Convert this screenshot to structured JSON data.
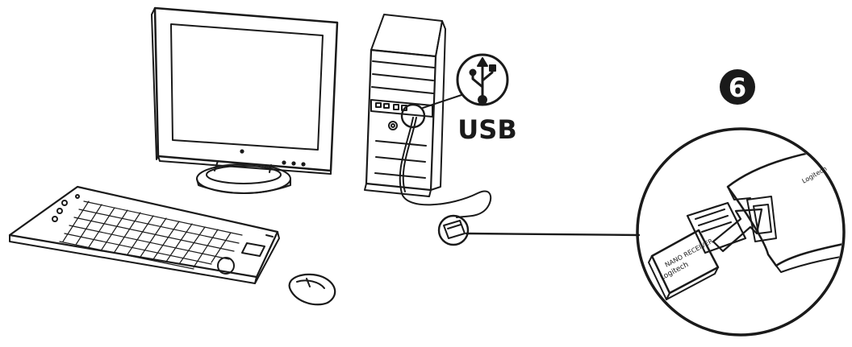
{
  "usb_label": "USB",
  "step_number": "6",
  "receiver_label": "NANO RECEIVER",
  "receiver_brand": "Logitech",
  "hub_brand": "Logitech",
  "colors": {
    "ink": "#1a1a1a",
    "paper": "#ffffff",
    "badge": "#1a1a1a"
  },
  "icons": [
    "usb-icon",
    "monitor",
    "pc-tower",
    "keyboard",
    "mouse",
    "usb-extender-cable",
    "nano-receiver"
  ]
}
